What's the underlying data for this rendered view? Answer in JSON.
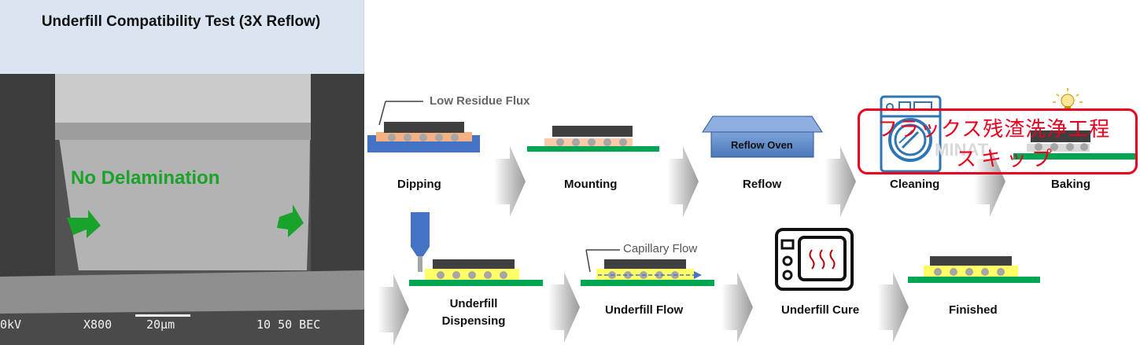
{
  "left_panel": {
    "title": "Underfill Compatibility Test (3X Reflow)",
    "sem_label": "No Delamination",
    "footer": {
      "voltage": "0kV",
      "magnification": "X800",
      "scale": "20µm",
      "id": "10 50 BEC"
    }
  },
  "process": {
    "row1": [
      {
        "label": "Dipping",
        "note": "Low Residue Flux"
      },
      {
        "label": "Mounting"
      },
      {
        "label": "Reflow",
        "note": "Reflow Oven"
      },
      {
        "label": "Cleaning"
      },
      {
        "label": "Baking"
      }
    ],
    "row2": [
      {
        "label": "Underfill Dispensing"
      },
      {
        "label": "Underfill Flow",
        "note": "Capillary Flow"
      },
      {
        "label": "Underfill Cure"
      },
      {
        "label": "Finished"
      }
    ]
  },
  "overlay": {
    "line1": "フラックス残渣洗浄工程",
    "line2": "スキップ"
  },
  "colors": {
    "green": "#1aa32a",
    "substrate": "#00a651",
    "red": "#e8001e",
    "die": "#3f3f3f"
  }
}
